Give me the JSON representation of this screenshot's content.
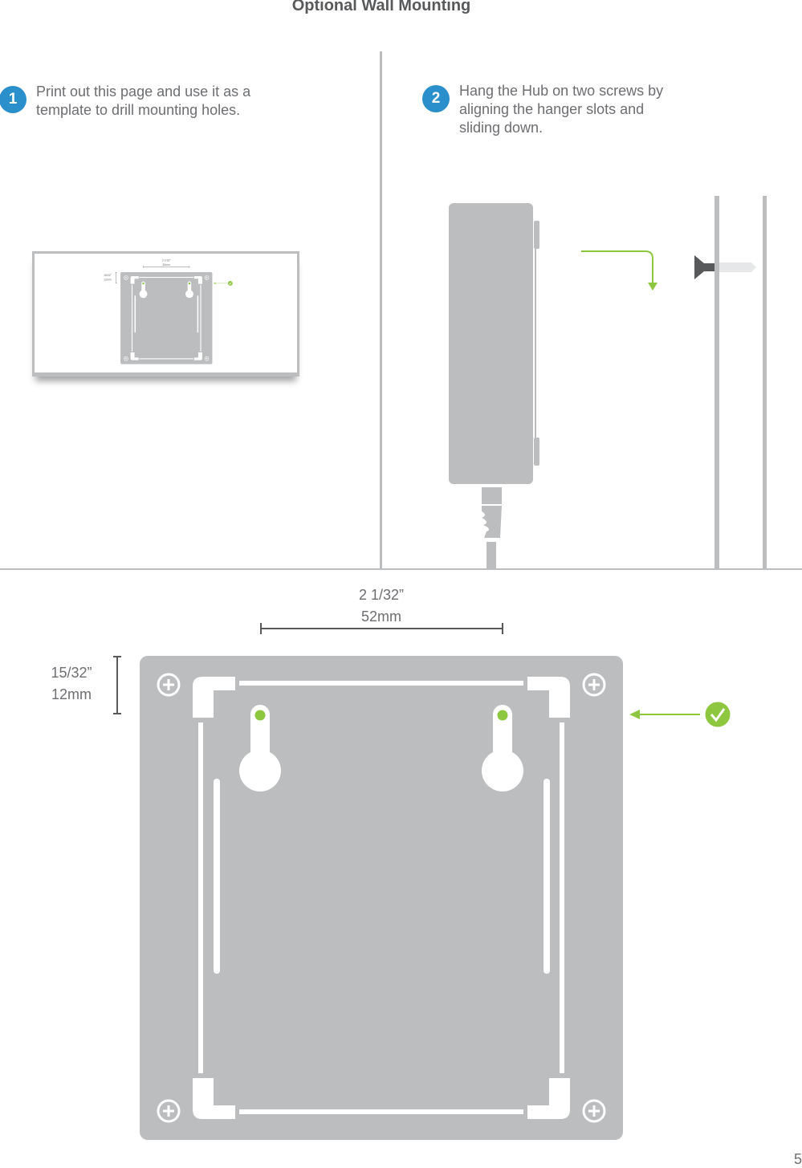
{
  "title": "Optional Wall Mounting",
  "steps": [
    {
      "number": "1",
      "text": "Print out this page and use it as a template to drill mounting holes."
    },
    {
      "number": "2",
      "text": "Hang the Hub on two screws by aligning the hanger slots and sliding down."
    }
  ],
  "template": {
    "width_imperial": "2 1/32”",
    "width_metric": "52mm",
    "height_imperial": "15/32”",
    "height_metric": "12mm"
  },
  "page_number": "5",
  "colors": {
    "accent_blue": "#2a8fcb",
    "accent_green": "#8dc63f",
    "gray": "#bcbdbe",
    "text": "#58595b"
  },
  "icons": [
    "check-circle-icon",
    "screw-icon",
    "plus-screw-hole-icon",
    "arrow-left-icon",
    "arrow-down-icon"
  ]
}
